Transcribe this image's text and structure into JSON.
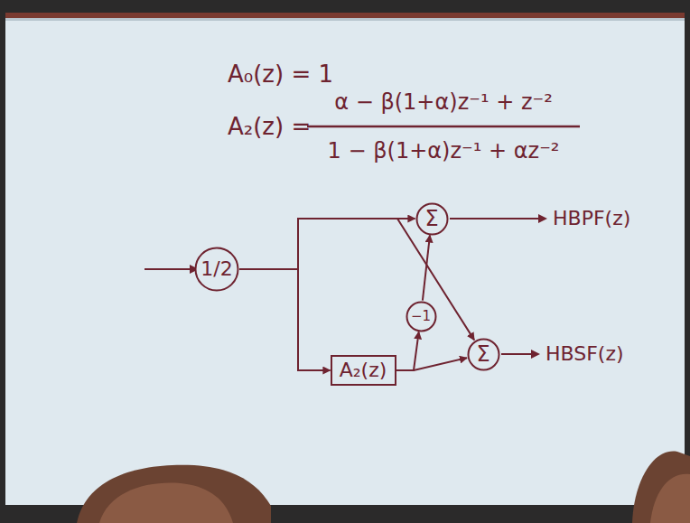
{
  "diagram": {
    "nodes": [
      {
        "text": [
          "1/2"
        ]
      },
      {
        "text": [
          "Σ"
        ]
      },
      {
        "text": [
          "A₂(z)"
        ]
      },
      {
        "text": [
          "−1"
        ]
      },
      {
        "text": [
          "Σ"
        ]
      }
    ],
    "edges": [
      {
        "from": 0,
        "to": 1,
        "arrow": "to"
      },
      {
        "from": 0,
        "to": 2,
        "arrow": "to"
      },
      {
        "from": 0,
        "to": 4,
        "arrow": "to"
      },
      {
        "from": 2,
        "to": 3,
        "arrow": "to"
      },
      {
        "from": 3,
        "to": 1,
        "arrow": "to"
      },
      {
        "from": 2,
        "to": 4,
        "arrow": "to"
      }
    ],
    "labels": [
      "A₀(z) = 1",
      "A₂(z) =",
      "α − β(1+α)z⁻¹ + z⁻²",
      "1 − β(1+α)z⁻¹ + αz⁻²",
      "HBPF(z)",
      "HBSF(z)"
    ]
  }
}
